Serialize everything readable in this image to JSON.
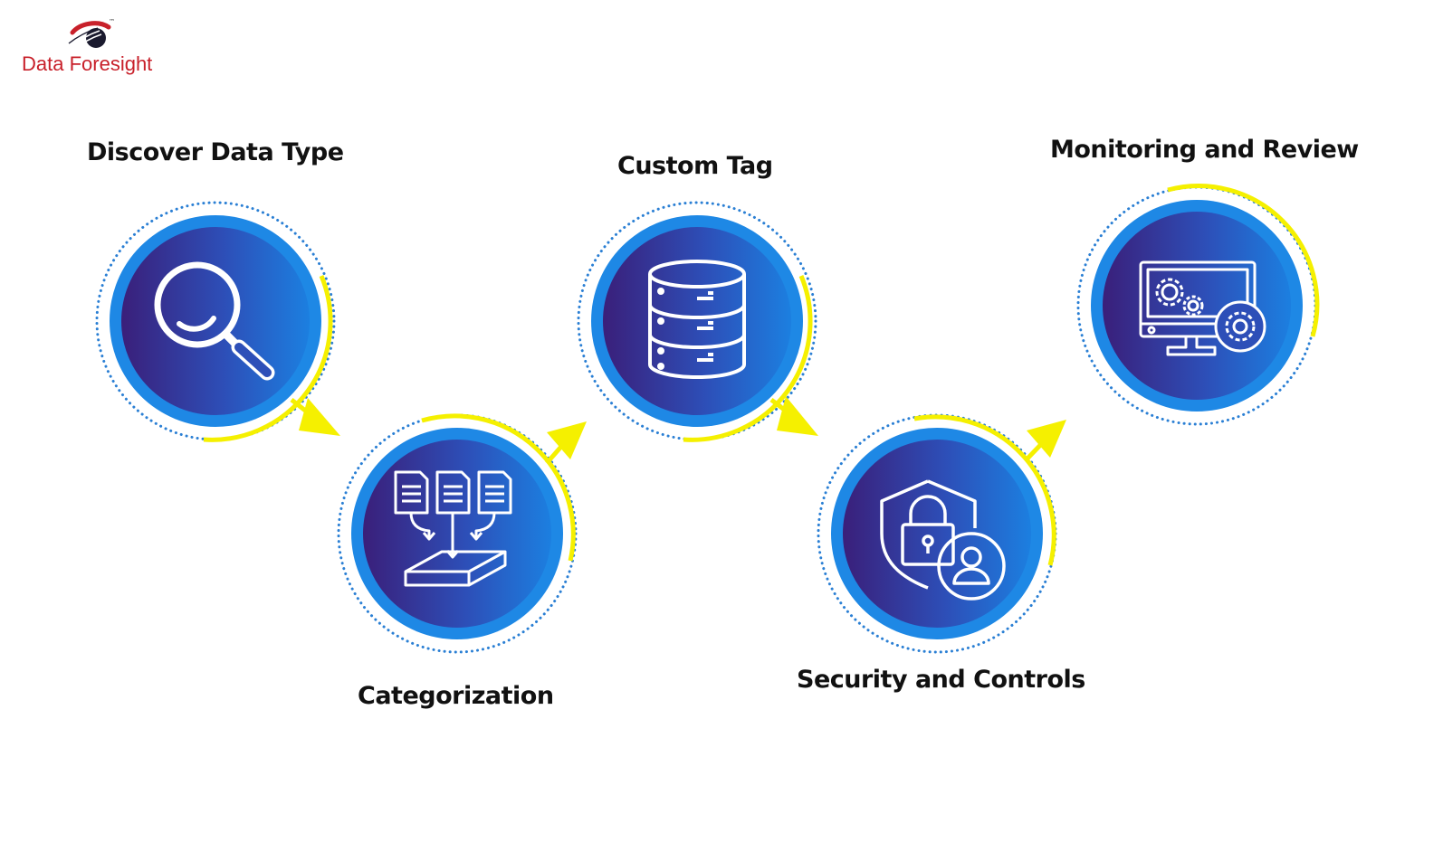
{
  "brand": {
    "name": "Data Foresight",
    "trademark": "™",
    "color": "#c8202a"
  },
  "colors": {
    "circle_outer": "#1d86e0",
    "circle_inner_dark": "#3a1f7a",
    "circle_inner_mid": "#2d4fb8",
    "ring_dots": "#2a7fd4",
    "arc_accent": "#f5f000",
    "icon_stroke": "#ffffff"
  },
  "steps": [
    {
      "label": "Discover Data Type",
      "icon": "magnifier-icon"
    },
    {
      "label": "Categorization",
      "icon": "documents-merge-icon"
    },
    {
      "label": "Custom Tag",
      "icon": "database-icon"
    },
    {
      "label": "Security and Controls",
      "icon": "shield-lock-user-icon"
    },
    {
      "label": "Monitoring and Review",
      "icon": "monitor-gears-icon"
    }
  ]
}
